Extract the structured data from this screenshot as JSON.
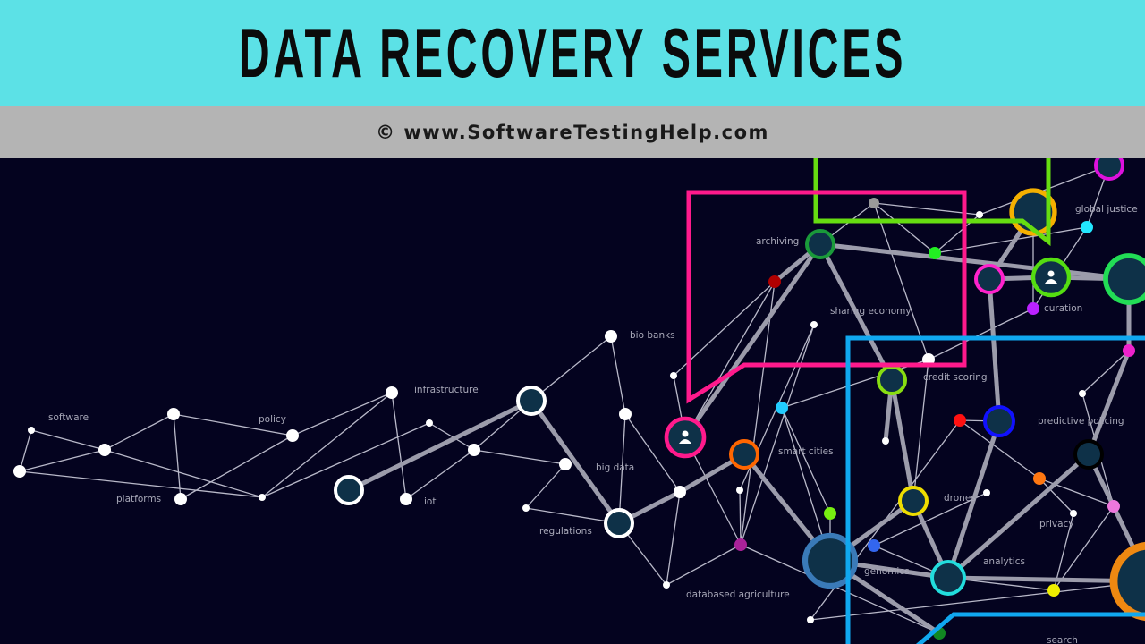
{
  "header": {
    "title": "DATA RECOVERY SERVICES",
    "copyright": "© www.SoftwareTestingHelp.com"
  },
  "colors": {
    "header_bg": "#5ce1e6",
    "subheader_bg": "#b4b4b4",
    "background": "#04031f",
    "frame_pink": "#ff1a8c",
    "frame_green": "#66dd11",
    "frame_blue": "#10a8f0"
  },
  "network": {
    "labels": {
      "software": "software",
      "platforms": "platforms",
      "policy": "policy",
      "infrastructure": "infrastructure",
      "iot": "iot",
      "bio_banks": "bio banks",
      "big_data": "big data",
      "regulations": "regulations",
      "archiving": "archiving",
      "sharing_economy": "sharing economy",
      "credit_scoring": "credit scoring",
      "smart_cities": "smart cities",
      "drones": "drones",
      "genomics": "genomics",
      "analytics": "analytics",
      "privacy": "privacy",
      "predictive_policing": "predictive policing",
      "curation": "curation",
      "global_justice": "global justice",
      "databased_agriculture": "databased agriculture",
      "search": "search"
    }
  }
}
